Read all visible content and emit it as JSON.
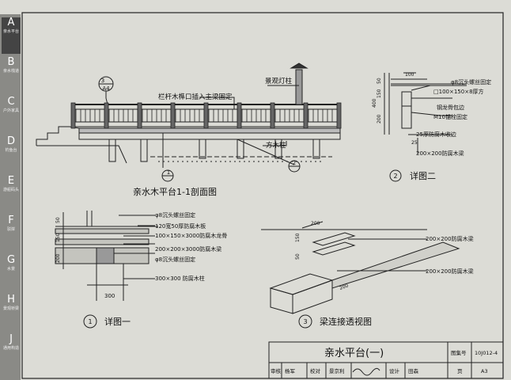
{
  "tabs": [
    {
      "letter": "A",
      "label": "亲水平台"
    },
    {
      "letter": "B",
      "label": "亲水栈道"
    },
    {
      "letter": "C",
      "label": "户外家具"
    },
    {
      "letter": "D",
      "label": "钓鱼台"
    },
    {
      "letter": "E",
      "label": "游船码头"
    },
    {
      "letter": "F",
      "label": "驳岸"
    },
    {
      "letter": "G",
      "label": "水景"
    },
    {
      "letter": "H",
      "label": "景观桥梁"
    },
    {
      "letter": "J",
      "label": "通用构造"
    }
  ],
  "section": {
    "title": "亲水木平台1-1剖面图",
    "label_railing": "栏杆木榫口插入主梁固定",
    "label_lamp": "景观灯柱",
    "label_column": "方木柱",
    "callout_a": {
      "top": "3",
      "bottom": "A4"
    },
    "callout_1": "1",
    "callout_2": "2"
  },
  "detail1": {
    "title": "详图一",
    "num": "1",
    "notes": [
      "φ8沉头螺丝固定",
      "120宽50厚防腐木板",
      "100×150×3000防腐木龙骨",
      "200×200×3000防腐木梁",
      "φ8沉头螺丝固定",
      "300×300 防腐木柱"
    ],
    "dims": {
      "d50": "50",
      "d150": "150",
      "d200": "200",
      "d300": "300"
    }
  },
  "detail2": {
    "title": "详图二",
    "num": "2",
    "notes": [
      "φ8沉头螺丝固定",
      "□100×150×8厚方",
      "钢龙骨包边",
      "M10锚栓固定",
      "25厚防腐木收边",
      "200×200防腐木梁"
    ],
    "dims": {
      "d100": "100",
      "d50": "50",
      "d150": "150",
      "d400": "400",
      "d200": "200",
      "d25": "25"
    }
  },
  "detail3": {
    "title": "梁连接透视图",
    "num": "3",
    "notes": [
      "200×200防腐木梁",
      "200×200防腐木梁"
    ],
    "dims": {
      "d200a": "200",
      "d150": "150",
      "d50": "50",
      "d200b": "200"
    }
  },
  "titleblock": {
    "title": "亲水平台(一)",
    "atlas_label": "图集号",
    "atlas_no": "10J012-4",
    "review": "审核",
    "reviewer": "杨军",
    "check": "校对",
    "checker": "景京利",
    "design": "设计",
    "designer": "田森",
    "page_label": "页",
    "page_no": "A3"
  }
}
